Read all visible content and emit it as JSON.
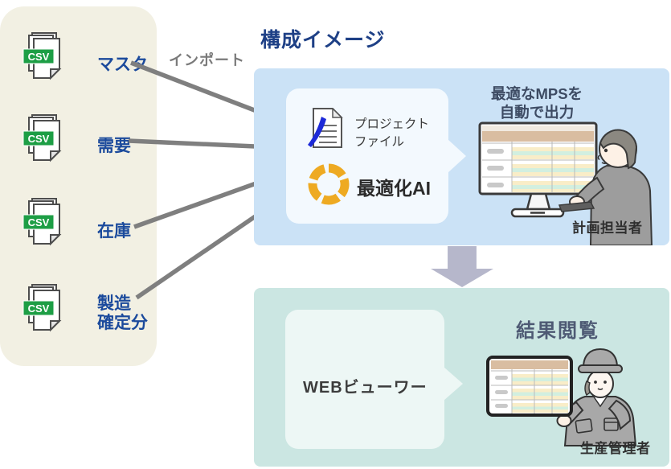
{
  "page": {
    "title": "構成イメージ"
  },
  "colors": {
    "panel_bg": "#f2f0e3",
    "process_box_bg": "#cbe2f6",
    "result_box_bg": "#cbe6e2",
    "bubble_bg": "#f3f9fe",
    "csv_badge_green": "#1d9e45",
    "source_label_blue": "#1b4a9c",
    "heading_navy": "#1e4086",
    "import_arrow_gray": "#7f7f7f",
    "down_arrow_gray": "#b6b7cb",
    "ai_ring_orange": "#eeaa22",
    "doc_pen_blue": "#1d2ad8",
    "caption_slate": "#3d4b63",
    "result_heading_slate": "#4e5a74",
    "spreadsheet_header_tan": "#d9bda1",
    "spreadsheet_yellow": "#f9edc8",
    "spreadsheet_mint": "#d2efe0"
  },
  "sources": {
    "import_label": "インポート",
    "items": [
      {
        "badge": "CSV",
        "label": "マスタ"
      },
      {
        "badge": "CSV",
        "label": "需要"
      },
      {
        "badge": "CSV",
        "label": "在庫"
      },
      {
        "badge": "CSV",
        "label": "製造\n確定分"
      }
    ]
  },
  "process_section": {
    "bubble": {
      "project_file_label": "プロジェクト\nファイル",
      "ai_label": "最適化AI"
    },
    "output_caption": "最適なMPSを\n自動で出力",
    "person_label": "計画担当者"
  },
  "result_section": {
    "heading": "結果閲覧",
    "viewer_label": "WEBビューワー",
    "person_label": "生産管理者"
  },
  "icons": {
    "csv_file": "stacked-pages-with-green-csv-badge",
    "project_file": "document-with-blue-pen-stroke",
    "optimization_ai": "orange-circular-arrows-ring",
    "import_arrows": "four-gray-arrows-into-process-box",
    "flow_down": "thick-gray-down-arrow",
    "planner": "person-working-at-monitor-with-spreadsheet",
    "manager": "capped-worker-holding-tablet-with-spreadsheet"
  }
}
